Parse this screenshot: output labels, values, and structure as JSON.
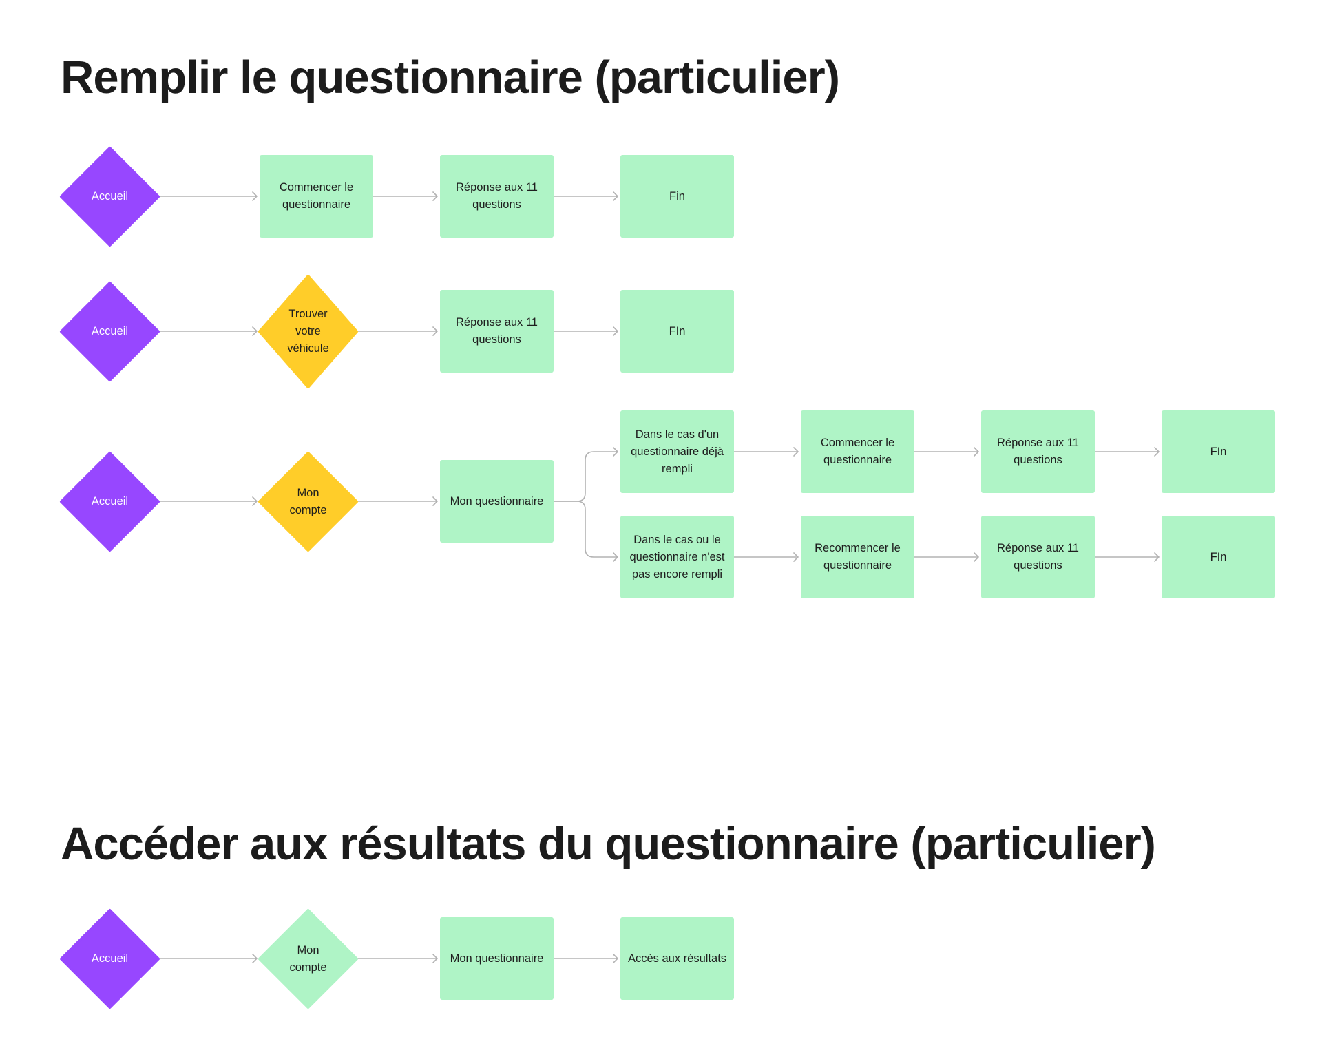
{
  "titles": {
    "fill_questionnaire": "Remplir le questionnaire (particulier)",
    "access_results": "Accéder aux résultats du questionnaire (particulier)"
  },
  "colors": {
    "start_diamond": "#9747ff",
    "decision_diamond": "#ffcd29",
    "process_box": "#aff4c6",
    "connector": "#b3b3b3",
    "heading_text": "#1c1c1c"
  },
  "flow1": {
    "start": "Accueil",
    "step1": "Commencer le questionnaire",
    "step2": "Réponse aux 11 questions",
    "end": "Fin"
  },
  "flow2": {
    "start": "Accueil",
    "decision": "Trouver votre véhicule",
    "step1": "Réponse aux 11 questions",
    "end": "FIn"
  },
  "flow3": {
    "start": "Accueil",
    "decision": "Mon compte",
    "step1": "Mon questionnaire",
    "branch_a": {
      "condition": "Dans le cas d'un questionnaire déjà rempli",
      "step1": "Commencer le questionnaire",
      "step2": "Réponse aux 11 questions",
      "end": "FIn"
    },
    "branch_b": {
      "condition": "Dans le cas ou le questionnaire n'est pas encore rempli",
      "step1": "Recommencer le questionnaire",
      "step2": "Réponse aux 11 questions",
      "end": "FIn"
    }
  },
  "flow4": {
    "start": "Accueil",
    "decision": "Mon compte",
    "step1": "Mon questionnaire",
    "end": "Accès aux résultats"
  }
}
